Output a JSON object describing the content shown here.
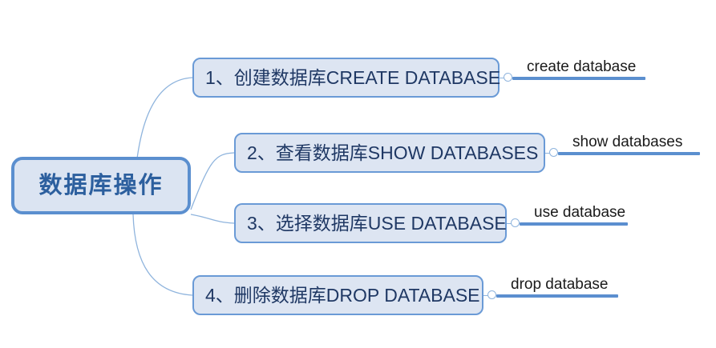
{
  "diagram": {
    "type": "mind-map",
    "title": "数据库操作",
    "root": {
      "label": "数据库操作"
    },
    "branches": [
      {
        "index": "1",
        "label": "1、创建数据库CREATE DATABASE",
        "leaf": "create database"
      },
      {
        "index": "2",
        "label": "2、查看数据库SHOW DATABASES",
        "leaf": "show databases"
      },
      {
        "index": "3",
        "label": "3、选择数据库USE DATABASE",
        "leaf": "use database"
      },
      {
        "index": "4",
        "label": "4、删除数据库DROP DATABASE",
        "leaf": "drop database"
      }
    ],
    "colors": {
      "root_fill": "#dbe4f2",
      "root_border": "#5b8fcf",
      "root_text": "#2c5f9e",
      "node_fill": "#dde5f2",
      "node_border": "#6a9ad6",
      "node_text": "#1f3864",
      "connector": "#8fb4dd",
      "leaf_rule": "#5b8fcf",
      "leaf_text": "#1a1a1a",
      "background": "#ffffff"
    }
  }
}
